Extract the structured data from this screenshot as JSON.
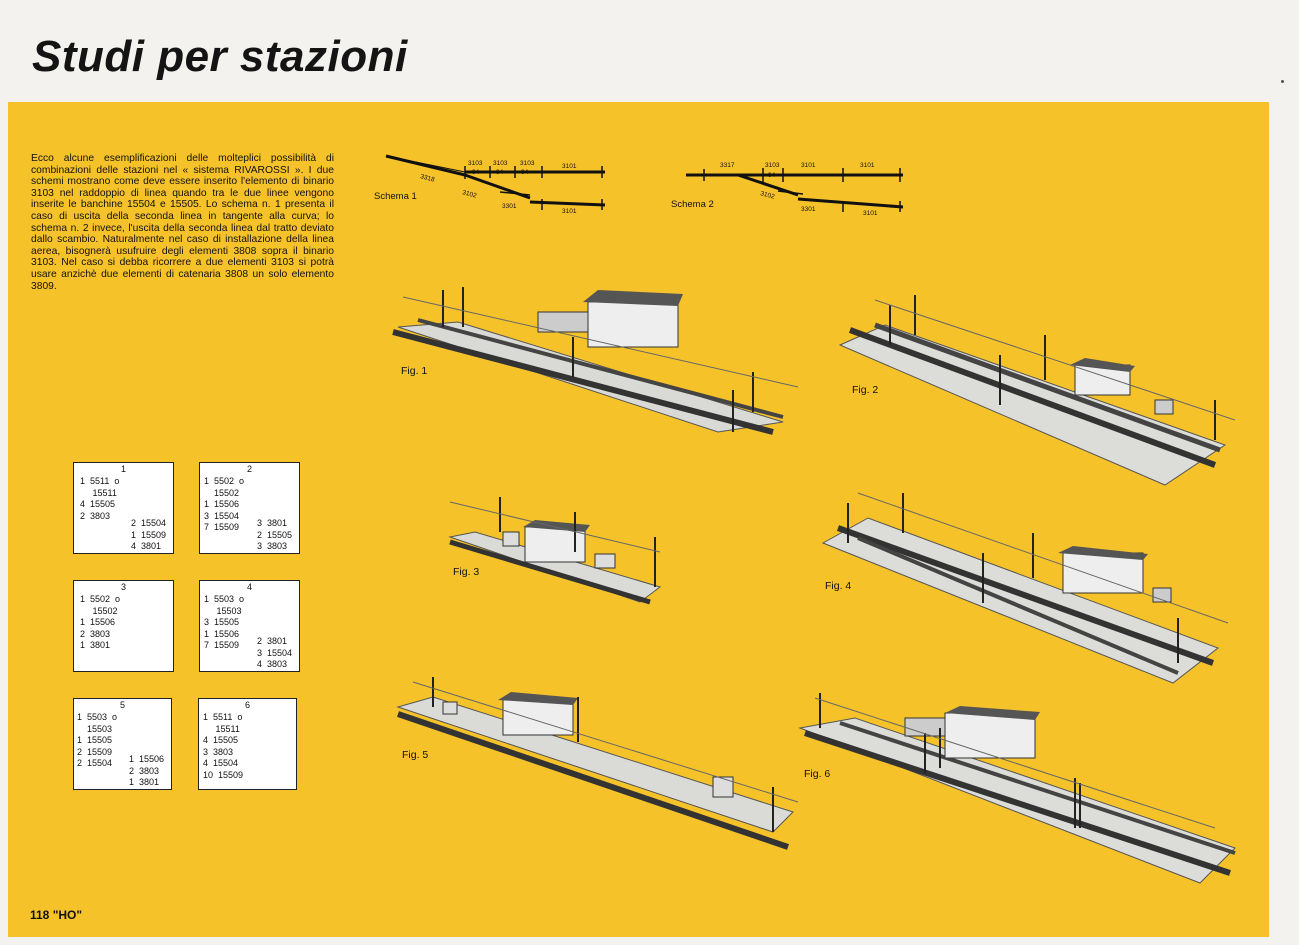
{
  "title": "Studi per stazioni",
  "intro": "Ecco alcune esemplificazioni delle molteplici possibilità di combinazioni delle stazioni nel « sistema RIVAROSSI ». I due schemi mostrano come deve essere inserito l'elemento di binario 3103 nel raddoppio di linea quando tra le due linee vengono inserite le banchine 15504 e 15505. Lo schema n. 1 presenta il caso di uscita della seconda linea in tangente alla curva; lo schema n. 2 invece, l'uscita della seconda linea dal tratto deviato dallo scambio. Naturalmente nel caso di installazione della linea aerea, bisognerà usufruire degli elementi 3808 sopra il binario 3103. Nel caso si debba ricorrere a due elementi 3103 si potrà usare anzichè due elementi di catenaria 3808 un solo elemento 3809.",
  "schemas": [
    {
      "label": "Schema 1",
      "codes": [
        "3318",
        "3103",
        "3103",
        "3103",
        "3101",
        "94",
        "94",
        "94",
        "3102",
        "3301",
        "3101"
      ]
    },
    {
      "label": "Schema 2",
      "codes": [
        "3317",
        "3103",
        "3101",
        "3101",
        "94",
        "3102",
        "3301",
        "3101"
      ]
    }
  ],
  "code_boxes": [
    {
      "number": "1",
      "left": [
        "1  5511  o",
        "     15511",
        "4  15505",
        "2  3803"
      ],
      "right": [
        "2  15504",
        "1  15509",
        "4  3801"
      ]
    },
    {
      "number": "2",
      "left": [
        "1  5502  o",
        "    15502",
        "1  15506",
        "3  15504",
        "7  15509"
      ],
      "right": [
        "3  3801",
        "2  15505",
        "3  3803"
      ]
    },
    {
      "number": "3",
      "left": [
        "1  5502  o",
        "     15502",
        "1  15506",
        "2  3803",
        "1  3801"
      ],
      "right": []
    },
    {
      "number": "4",
      "left": [
        "1  5503  o",
        "     15503",
        "3  15505",
        "1  15506",
        "7  15509"
      ],
      "right": [
        "2  3801",
        "3  15504",
        "4  3803"
      ]
    },
    {
      "number": "5",
      "left": [
        "1  5503  o",
        "    15503",
        "1  15505",
        "2  15509",
        "2  15504"
      ],
      "right": [
        "1  15506",
        "2  3803",
        "1  3801"
      ]
    },
    {
      "number": "6",
      "left": [
        "1  5511  o",
        "     15511",
        "4  15505",
        "3  3803",
        "4  15504",
        "10  15509"
      ],
      "right": []
    }
  ],
  "figures": [
    "Fig. 1",
    "Fig. 2",
    "Fig. 3",
    "Fig. 4",
    "Fig. 5",
    "Fig. 6"
  ],
  "footer": "118  \"HO\"",
  "colors": {
    "panel": "#f6c22a",
    "page": "#f4f2ee",
    "ink": "#141414"
  }
}
